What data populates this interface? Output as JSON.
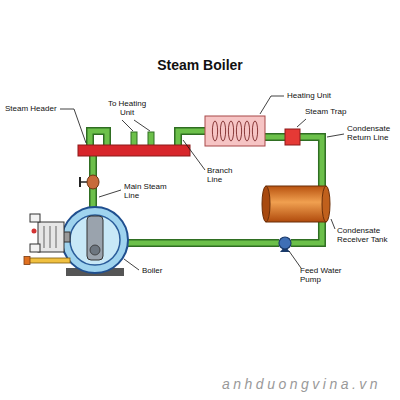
{
  "diagram": {
    "title": "Steam Boiler",
    "nodes": [
      {
        "text": [
          "Steam Header"
        ]
      },
      {
        "text": [
          "Heating Unit"
        ]
      },
      {
        "text": [
          "Steam Trap"
        ]
      },
      {
        "text": [
          "Condensate Receiver Tank"
        ]
      },
      {
        "text": [
          "Boiler"
        ]
      },
      {
        "text": [
          "Feed Water Pump"
        ]
      }
    ],
    "edges": [
      {
        "from": 0,
        "to": 1,
        "arrow": "none"
      },
      {
        "from": 1,
        "to": 2,
        "arrow": "none"
      },
      {
        "from": 2,
        "to": 3,
        "arrow": "none"
      },
      {
        "from": 3,
        "to": 5,
        "arrow": "none"
      },
      {
        "from": 5,
        "to": 4,
        "arrow": "none"
      },
      {
        "from": 4,
        "to": 0,
        "arrow": "none"
      }
    ],
    "labels": [
      "To Heating Unit",
      "Branch Line",
      "Main Steam Line",
      "Condensate Return Line",
      "anhduongvina.vn"
    ]
  }
}
